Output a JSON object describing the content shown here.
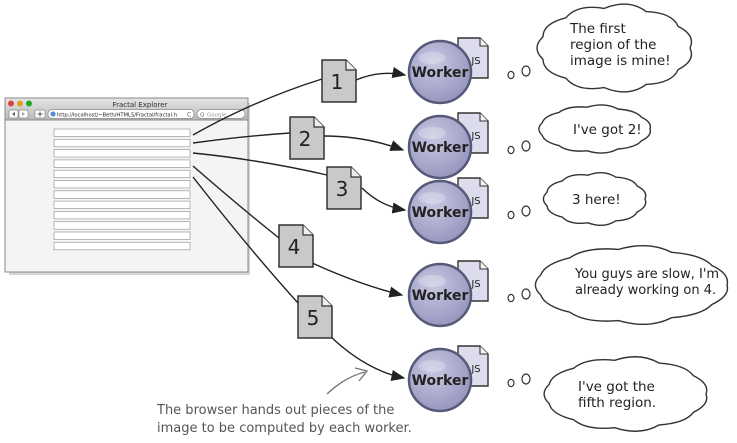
{
  "browser": {
    "title": "Fractal Explorer",
    "url": "http://localhost/~Beth/HTML5/Fractal/fractal.h",
    "search_placeholder": "Google",
    "reload_glyph": "C",
    "row_count": 12
  },
  "chunks": [
    {
      "number": "1"
    },
    {
      "number": "2"
    },
    {
      "number": "3"
    },
    {
      "number": "4"
    },
    {
      "number": "5"
    }
  ],
  "workers": [
    {
      "label": "Worker",
      "file_label": "JS",
      "thought": [
        "The first",
        "region of the",
        "image is mine!"
      ]
    },
    {
      "label": "Worker",
      "file_label": "JS",
      "thought": [
        "I've got 2!"
      ]
    },
    {
      "label": "Worker",
      "file_label": "JS",
      "thought": [
        "3 here!"
      ]
    },
    {
      "label": "Worker",
      "file_label": "JS",
      "thought": [
        "You guys are slow, I'm",
        "already working on 4."
      ]
    },
    {
      "label": "Worker",
      "file_label": "JS",
      "thought": [
        "I've got the",
        "fifth region."
      ]
    }
  ],
  "caption": [
    "The browser hands out pieces of the",
    "image to be computed by each worker."
  ],
  "colors": {
    "worker_fill": "#aaa8cc",
    "worker_stroke": "#555a78",
    "chunk_fill": "#c9c9c9",
    "file_fill": "#dcdcec",
    "ink": "#222222"
  }
}
